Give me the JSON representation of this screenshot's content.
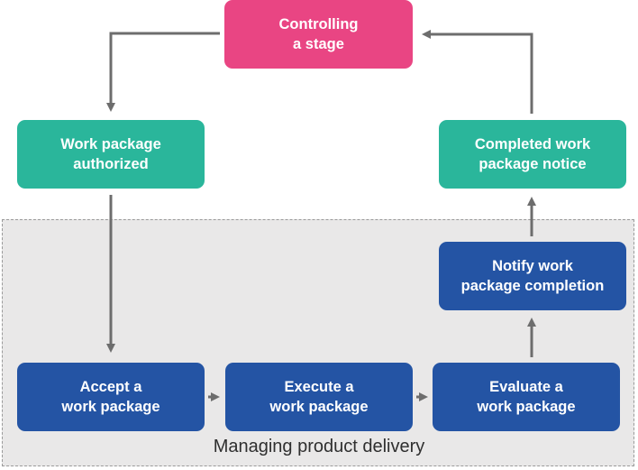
{
  "colors": {
    "pink": "#e94583",
    "teal": "#2ab69b",
    "blue": "#2454a4",
    "connector": "#6d6d6d",
    "region_fill": "#e9e8e8",
    "region_border": "#9a9a9a"
  },
  "nodes": {
    "controlling_stage": "Controlling\na stage",
    "work_package_authorized": "Work package\nauthorized",
    "completed_work_package_notice": "Completed work\npackage notice",
    "notify_work_package_completion": "Notify work\npackage completion",
    "accept_work_package": "Accept a\nwork package",
    "execute_work_package": "Execute a\nwork package",
    "evaluate_work_package": "Evaluate a\nwork package"
  },
  "region": {
    "label": "Managing product delivery"
  }
}
